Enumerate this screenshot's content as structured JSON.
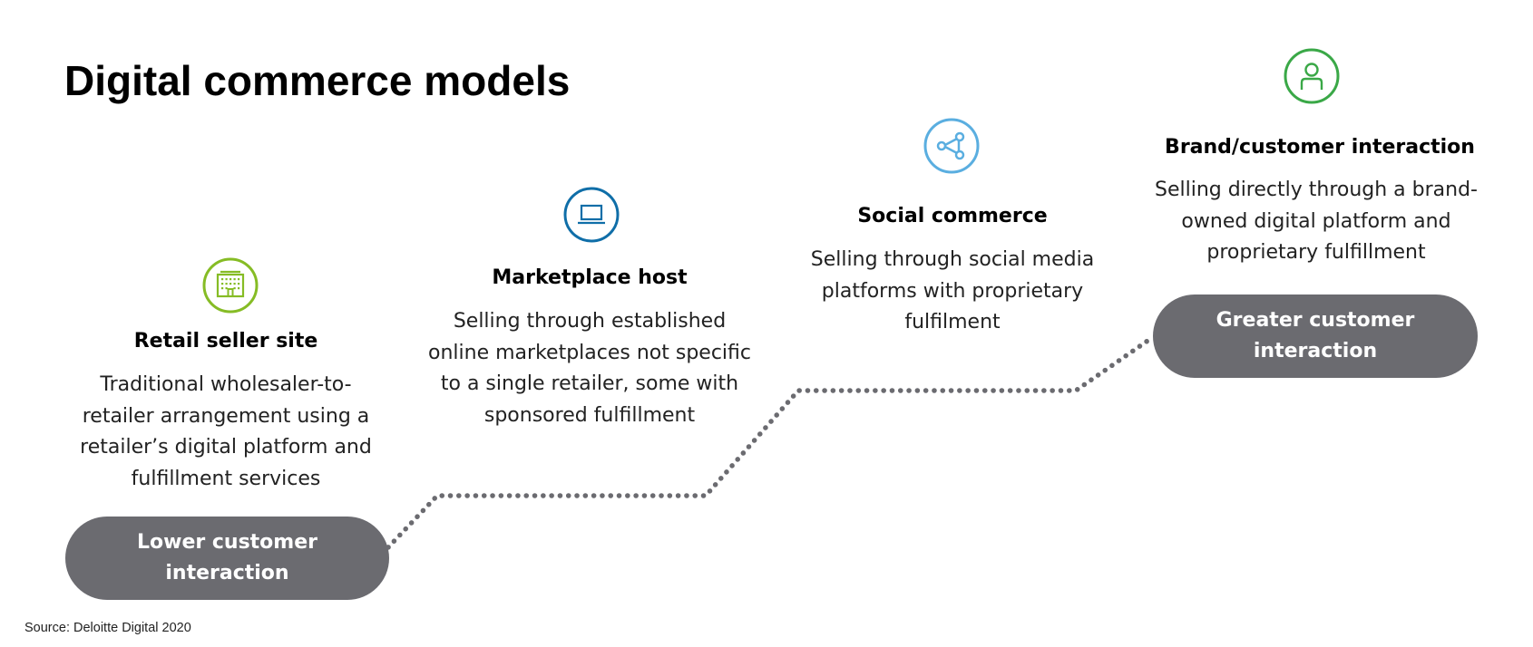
{
  "title": "Digital commerce models",
  "source": "Source: Deloitte Digital 2020",
  "colors": {
    "pill_bg": "#6b6b70",
    "dots": "#6b6b70",
    "retail_icon": "#86bc25",
    "marketplace_icon": "#0f6ea8",
    "social_icon": "#5aaee0",
    "brand_icon": "#3aa847"
  },
  "models": [
    {
      "icon": "building-icon",
      "title": "Retail seller site",
      "description": [
        "Traditional wholesaler-to-",
        "retailer arrangement using a",
        "retailer’s digital platform and",
        "fulfillment services"
      ]
    },
    {
      "icon": "laptop-icon",
      "title": "Marketplace host",
      "description": [
        "Selling through established",
        "online marketplaces not specific",
        "to a single retailer, some with",
        "sponsored fulfillment"
      ]
    },
    {
      "icon": "share-network-icon",
      "title": "Social commerce",
      "description": [
        "Selling through social media",
        "platforms with proprietary",
        "fulfilment"
      ]
    },
    {
      "icon": "person-icon",
      "title": "Brand/customer interaction",
      "description": [
        "Selling directly through a brand-",
        "owned digital platform and",
        "proprietary fulfillment"
      ]
    }
  ],
  "scale": {
    "low_label": [
      "Lower customer",
      "interaction"
    ],
    "high_label": [
      "Greater customer",
      "interaction"
    ]
  }
}
